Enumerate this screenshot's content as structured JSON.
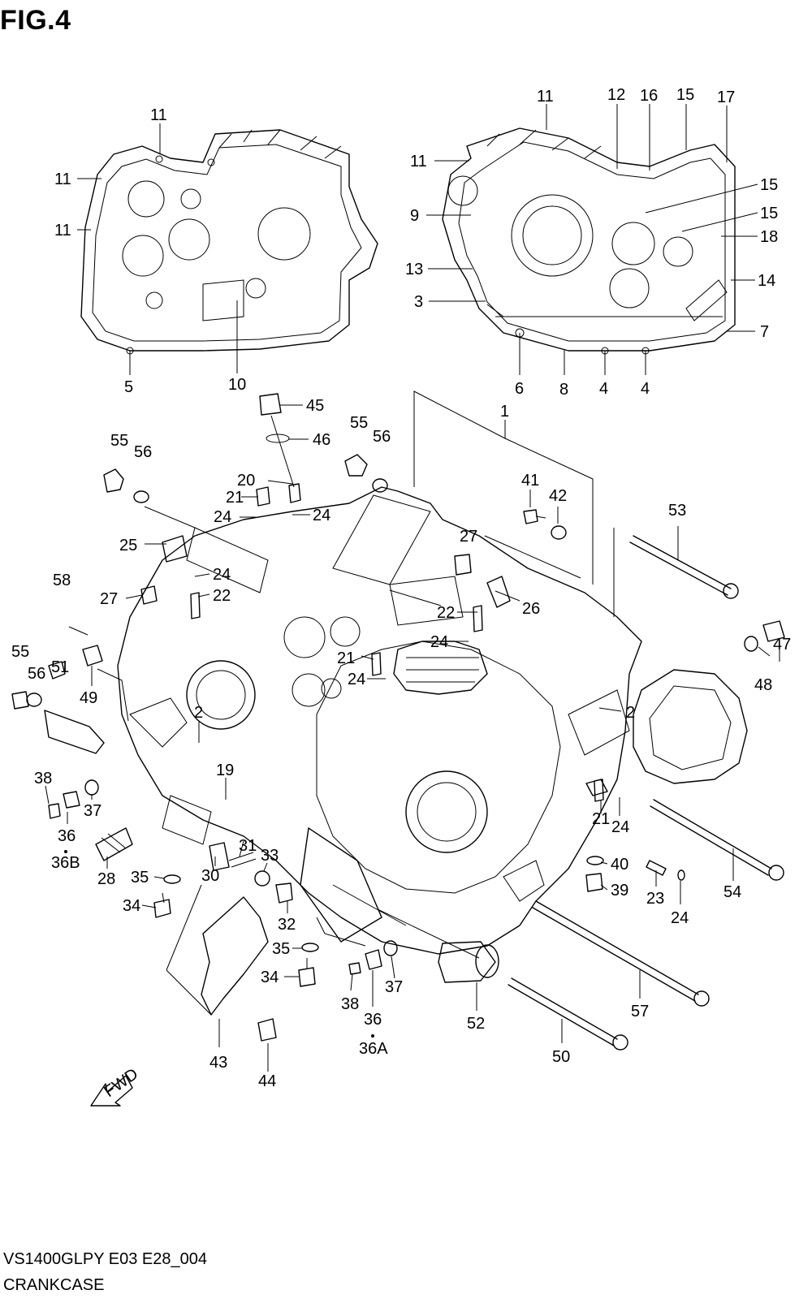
{
  "figure": {
    "title": "FIG.4"
  },
  "footer": {
    "model_code": "VS1400GLPY E03 E28_004",
    "section_name": "CRANKCASE"
  },
  "fwd_arrow": {
    "label": "FWD"
  },
  "callouts": [
    {
      "id": "c01",
      "text": "11"
    },
    {
      "id": "c02",
      "text": "11"
    },
    {
      "id": "c03",
      "text": "11"
    },
    {
      "id": "c04",
      "text": "5"
    },
    {
      "id": "c05",
      "text": "10"
    },
    {
      "id": "c06",
      "text": "11"
    },
    {
      "id": "c07",
      "text": "12"
    },
    {
      "id": "c08",
      "text": "16"
    },
    {
      "id": "c09",
      "text": "15"
    },
    {
      "id": "c10",
      "text": "17"
    },
    {
      "id": "c11",
      "text": "11"
    },
    {
      "id": "c12",
      "text": "15"
    },
    {
      "id": "c13",
      "text": "9"
    },
    {
      "id": "c14",
      "text": "15"
    },
    {
      "id": "c15",
      "text": "18"
    },
    {
      "id": "c16",
      "text": "13"
    },
    {
      "id": "c17",
      "text": "14"
    },
    {
      "id": "c18",
      "text": "3"
    },
    {
      "id": "c19",
      "text": "7"
    },
    {
      "id": "c20",
      "text": "6"
    },
    {
      "id": "c21",
      "text": "8"
    },
    {
      "id": "c22",
      "text": "4"
    },
    {
      "id": "c23",
      "text": "4"
    },
    {
      "id": "c24",
      "text": "45"
    },
    {
      "id": "c25",
      "text": "1"
    },
    {
      "id": "c26",
      "text": "55"
    },
    {
      "id": "c27",
      "text": "56"
    },
    {
      "id": "c28",
      "text": "46"
    },
    {
      "id": "c29",
      "text": "55"
    },
    {
      "id": "c30",
      "text": "56"
    },
    {
      "id": "c31",
      "text": "20"
    },
    {
      "id": "c32",
      "text": "21"
    },
    {
      "id": "c33",
      "text": "41"
    },
    {
      "id": "c34",
      "text": "42"
    },
    {
      "id": "c35",
      "text": "53"
    },
    {
      "id": "c36",
      "text": "24"
    },
    {
      "id": "c37",
      "text": "24"
    },
    {
      "id": "c38",
      "text": "25"
    },
    {
      "id": "c39",
      "text": "27"
    },
    {
      "id": "c40",
      "text": "58"
    },
    {
      "id": "c41",
      "text": "24"
    },
    {
      "id": "c42",
      "text": "27"
    },
    {
      "id": "c43",
      "text": "22"
    },
    {
      "id": "c44",
      "text": "26"
    },
    {
      "id": "c45",
      "text": "22"
    },
    {
      "id": "c46",
      "text": "24"
    },
    {
      "id": "c47",
      "text": "55"
    },
    {
      "id": "c48",
      "text": "56"
    },
    {
      "id": "c49",
      "text": "51"
    },
    {
      "id": "c50",
      "text": "21"
    },
    {
      "id": "c51",
      "text": "24"
    },
    {
      "id": "c52",
      "text": "49"
    },
    {
      "id": "c53",
      "text": "47"
    },
    {
      "id": "c54",
      "text": "48"
    },
    {
      "id": "c55",
      "text": "2"
    },
    {
      "id": "c56",
      "text": "2"
    },
    {
      "id": "c57",
      "text": "38"
    },
    {
      "id": "c58",
      "text": "19"
    },
    {
      "id": "c59",
      "text": "37"
    },
    {
      "id": "c60",
      "text": "36"
    },
    {
      "id": "c61",
      "text": "36B"
    },
    {
      "id": "c62",
      "text": "28"
    },
    {
      "id": "c63",
      "text": "31"
    },
    {
      "id": "c64",
      "text": "33"
    },
    {
      "id": "c65",
      "text": "35"
    },
    {
      "id": "c66",
      "text": "30"
    },
    {
      "id": "c67",
      "text": "21"
    },
    {
      "id": "c68",
      "text": "24"
    },
    {
      "id": "c69",
      "text": "40"
    },
    {
      "id": "c70",
      "text": "54"
    },
    {
      "id": "c71",
      "text": "39"
    },
    {
      "id": "c72",
      "text": "23"
    },
    {
      "id": "c73",
      "text": "24"
    },
    {
      "id": "c74",
      "text": "34"
    },
    {
      "id": "c75",
      "text": "32"
    },
    {
      "id": "c76",
      "text": "35"
    },
    {
      "id": "c77",
      "text": "34"
    },
    {
      "id": "c78",
      "text": "37"
    },
    {
      "id": "c79",
      "text": "38"
    },
    {
      "id": "c80",
      "text": "36"
    },
    {
      "id": "c81",
      "text": "36A"
    },
    {
      "id": "c82",
      "text": "52"
    },
    {
      "id": "c83",
      "text": "57"
    },
    {
      "id": "c84",
      "text": "43"
    },
    {
      "id": "c85",
      "text": "50"
    },
    {
      "id": "c86",
      "text": "44"
    }
  ]
}
